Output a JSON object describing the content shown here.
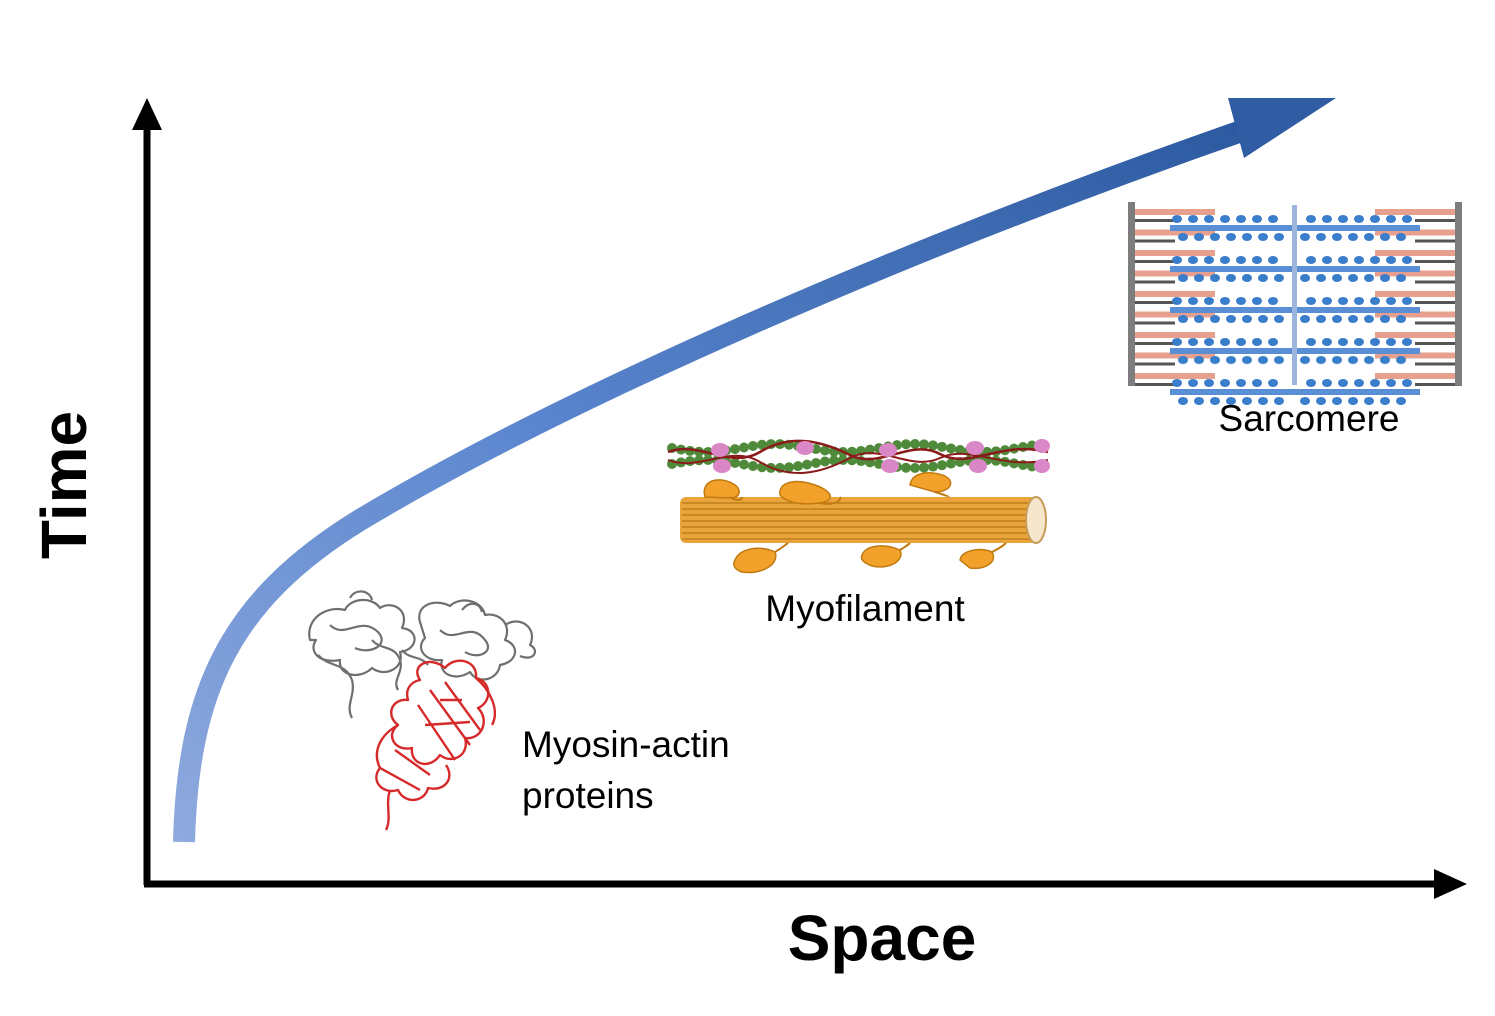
{
  "axes": {
    "x_title": "Space",
    "y_title": "Time"
  },
  "labels": {
    "protein_line1": "Myosin-actin",
    "protein_line2": "proteins",
    "myofilament": "Myofilament",
    "sarcomere": "Sarcomere"
  },
  "colors": {
    "axis": "#000000",
    "arrow_start": "#8ea9dd",
    "arrow_end": "#2c5aa0",
    "myosin_gray": "#6f6f6f",
    "actin_red": "#d62a2a",
    "thick_filament": "#e9a53b",
    "myosin_head": "#f2a12a",
    "actin_bead": "#4f8a3b",
    "tropomyosin": "#8b1a1a",
    "troponin": "#d987c6",
    "sarcomere_blue": "#3a7ecb",
    "sarcomere_red": "#e8a08e",
    "z_disc": "#7d7d7d"
  },
  "icons": [
    "myosin-actin-structure",
    "myofilament-illustration",
    "sarcomere-illustration"
  ]
}
